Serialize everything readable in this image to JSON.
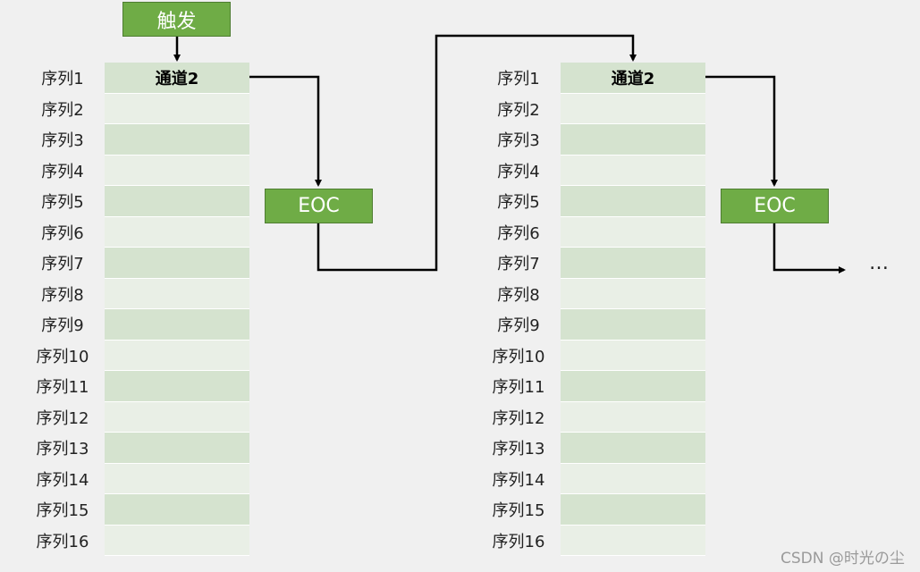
{
  "trigger_label": "触发",
  "eoc_label": "EOC",
  "ellipsis": "…",
  "watermark": "CSDN @时光の尘",
  "blocks": [
    {
      "header": "通道2",
      "sequences": [
        "序列1",
        "序列2",
        "序列3",
        "序列4",
        "序列5",
        "序列6",
        "序列7",
        "序列8",
        "序列9",
        "序列10",
        "序列11",
        "序列12",
        "序列13",
        "序列14",
        "序列15",
        "序列16"
      ]
    },
    {
      "header": "通道2",
      "sequences": [
        "序列1",
        "序列2",
        "序列3",
        "序列4",
        "序列5",
        "序列6",
        "序列7",
        "序列8",
        "序列9",
        "序列10",
        "序列11",
        "序列12",
        "序列13",
        "序列14",
        "序列15",
        "序列16"
      ]
    }
  ],
  "colors": {
    "box_fill": "#6fac46",
    "row_dark": "#d5e3cf",
    "row_light": "#e9efe6",
    "background": "#f0f0f0"
  }
}
